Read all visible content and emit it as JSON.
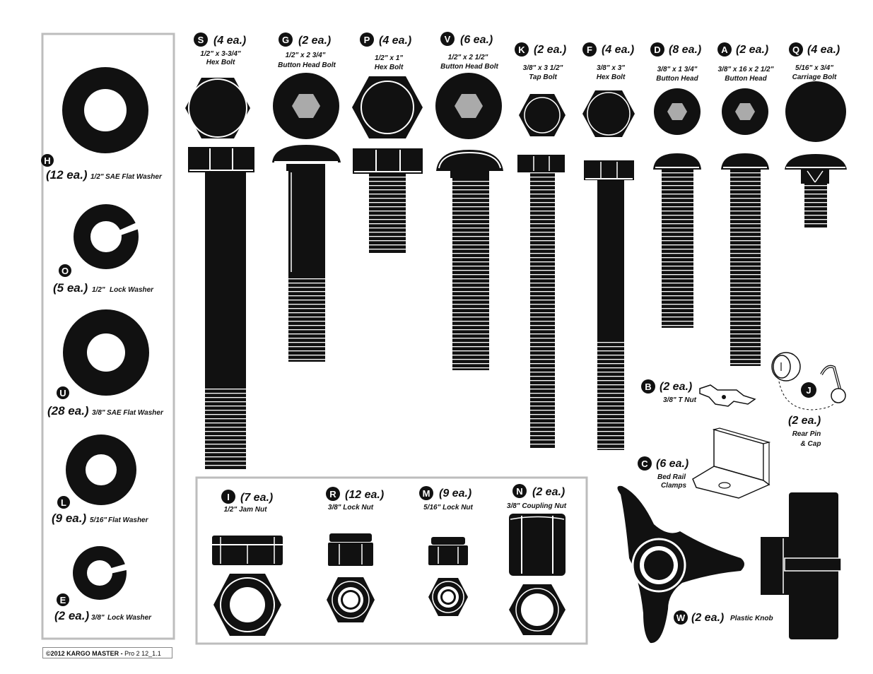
{
  "washers": [
    {
      "letter": "H",
      "qty": "(12 ea.)",
      "size": "1/2\"",
      "desc": "SAE Flat Washer"
    },
    {
      "letter": "O",
      "qty": "(5 ea.)",
      "size": "1/2\"",
      "desc": "Lock Washer"
    },
    {
      "letter": "U",
      "qty": "(28 ea.)",
      "size": "3/8\"",
      "desc": "SAE Flat Washer"
    },
    {
      "letter": "L",
      "qty": "(9 ea.)",
      "size": "5/16\"",
      "desc": "Flat Washer"
    },
    {
      "letter": "E",
      "qty": "(2 ea.)",
      "size": "3/8\"",
      "desc": "Lock Washer"
    }
  ],
  "bolts": [
    {
      "letter": "S",
      "qty": "(4 ea.)",
      "size": "1/2\" x 3-3/4\"",
      "type": "Hex Bolt"
    },
    {
      "letter": "G",
      "qty": "(2 ea.)",
      "size": "1/2\" x 2 3/4\"",
      "type": "Button Head Bolt"
    },
    {
      "letter": "P",
      "qty": "(4 ea.)",
      "size": "1/2\" x 1\"",
      "type": "Hex Bolt"
    },
    {
      "letter": "V",
      "qty": "(6 ea.)",
      "size": "1/2\" x 2 1/2\"",
      "type": "Button Head Bolt"
    },
    {
      "letter": "K",
      "qty": "(2 ea.)",
      "size": "3/8\" x 3 1/2\"",
      "type": "Tap Bolt"
    },
    {
      "letter": "F",
      "qty": "(4 ea.)",
      "size": "3/8\" x 3\"",
      "type": "Hex Bolt"
    },
    {
      "letter": "D",
      "qty": "(8 ea.)",
      "size": "3/8\" x 1 3/4\"",
      "type": "Button Head"
    },
    {
      "letter": "A",
      "qty": "(2 ea.)",
      "size": "3/8\" x 16 x 2 1/2\"",
      "type": "Button Head"
    },
    {
      "letter": "Q",
      "qty": "(4 ea.)",
      "size": "5/16\" x 3/4\"",
      "type": "Carriage Bolt"
    }
  ],
  "nuts": [
    {
      "letter": "I",
      "qty": "(7 ea.)",
      "desc": "1/2\" Jam  Nut"
    },
    {
      "letter": "R",
      "qty": "(12 ea.)",
      "desc": "3/8\" Lock Nut"
    },
    {
      "letter": "M",
      "qty": "(9 ea.)",
      "desc": "5/16\" Lock Nut"
    },
    {
      "letter": "N",
      "qty": "(2 ea.)",
      "desc": "3/8\" Coupling Nut"
    }
  ],
  "others": {
    "tnut": {
      "letter": "B",
      "qty": "(2 ea.)",
      "desc": "3/8\" T Nut"
    },
    "pin": {
      "letter": "J",
      "qty": "(2 ea.)",
      "desc1": "Rear Pin",
      "desc2": "& Cap"
    },
    "clamp": {
      "letter": "C",
      "qty": "(6 ea.)",
      "desc1": "Bed Rail",
      "desc2": "Clamps"
    },
    "knob": {
      "letter": "W",
      "qty": "(2 ea.)",
      "desc": "Plastic Knob"
    }
  },
  "footer": {
    "copyright": "©2012 KARGO MASTER - ",
    "version": "Pro 2  12_1.1"
  }
}
